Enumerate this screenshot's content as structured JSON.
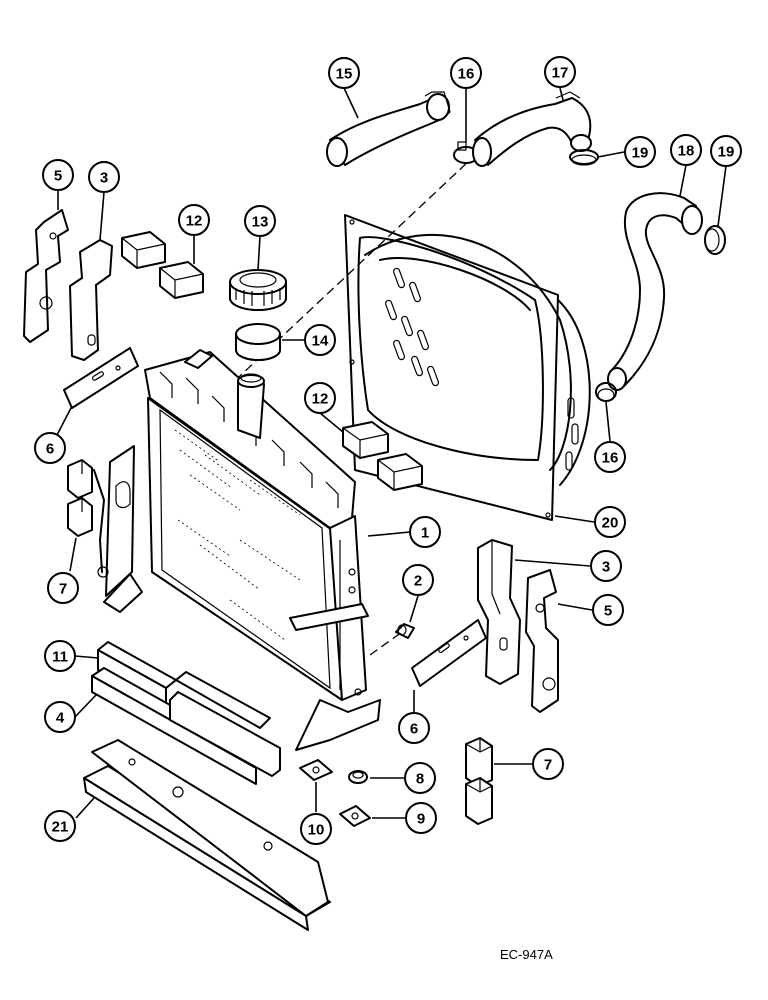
{
  "diagram": {
    "reference_code": "EC-947A",
    "callouts": [
      {
        "id": "c15a",
        "label": "15"
      },
      {
        "id": "c16a",
        "label": "16"
      },
      {
        "id": "c17",
        "label": "17"
      },
      {
        "id": "c19a",
        "label": "19"
      },
      {
        "id": "c18",
        "label": "18"
      },
      {
        "id": "c19b",
        "label": "19"
      },
      {
        "id": "c5a",
        "label": "5"
      },
      {
        "id": "c3a",
        "label": "3"
      },
      {
        "id": "c12a",
        "label": "12"
      },
      {
        "id": "c13",
        "label": "13"
      },
      {
        "id": "c14",
        "label": "14"
      },
      {
        "id": "c6a",
        "label": "6"
      },
      {
        "id": "c12b",
        "label": "12"
      },
      {
        "id": "c16b",
        "label": "16"
      },
      {
        "id": "c20",
        "label": "20"
      },
      {
        "id": "c1",
        "label": "1"
      },
      {
        "id": "c7a",
        "label": "7"
      },
      {
        "id": "c2",
        "label": "2"
      },
      {
        "id": "c3b",
        "label": "3"
      },
      {
        "id": "c5b",
        "label": "5"
      },
      {
        "id": "c11",
        "label": "11"
      },
      {
        "id": "c4",
        "label": "4"
      },
      {
        "id": "c6b",
        "label": "6"
      },
      {
        "id": "c7b",
        "label": "7"
      },
      {
        "id": "c8",
        "label": "8"
      },
      {
        "id": "c9",
        "label": "9"
      },
      {
        "id": "c10",
        "label": "10"
      },
      {
        "id": "c21",
        "label": "21"
      }
    ]
  }
}
